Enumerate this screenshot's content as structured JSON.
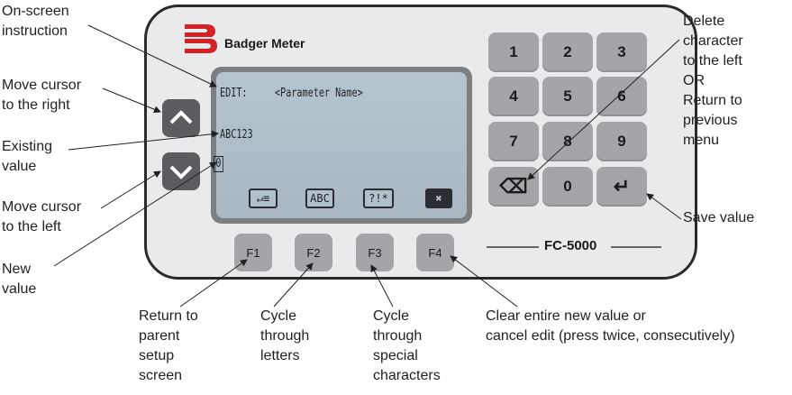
{
  "brand": {
    "name": "Badger Meter",
    "colors": {
      "logo": "#d42027",
      "body": "#e9eaeb",
      "keys": "#a3a5a8",
      "lcd": "#b2c0ca"
    }
  },
  "display": {
    "line1_mode": "EDIT:",
    "line1_param": "<Parameter Name>",
    "existing_value": "ABC123",
    "new_value": "0",
    "softkeys": [
      {
        "label": "↵≡",
        "icon": "return-list-icon"
      },
      {
        "label": "ABC"
      },
      {
        "label": "?!*"
      },
      {
        "label": "✖",
        "icon": "close-icon"
      }
    ]
  },
  "keypad": {
    "keys": [
      "1",
      "2",
      "3",
      "4",
      "5",
      "6",
      "7",
      "8",
      "9",
      "⌫",
      "0",
      "↵"
    ]
  },
  "function_keys": [
    "F1",
    "F2",
    "F3",
    "F4"
  ],
  "model": "FC-5000",
  "callouts": {
    "onscreen": "On-screen\ninstruction",
    "move_right": "Move cursor\nto the right",
    "existing": "Existing\nvalue",
    "move_left": "Move cursor\nto the left",
    "new": "New\nvalue",
    "delete": "Delete\ncharacter\nto the left\nOR\nReturn to\nprevious\nmenu",
    "save": "Save value",
    "f1": "Return to\nparent\nsetup\nscreen",
    "f2": "Cycle\nthrough\nletters",
    "f3": "Cycle\nthrough\nspecial\ncharacters",
    "f4": "Clear entire new value or\ncancel edit (press twice, consecutively)"
  }
}
